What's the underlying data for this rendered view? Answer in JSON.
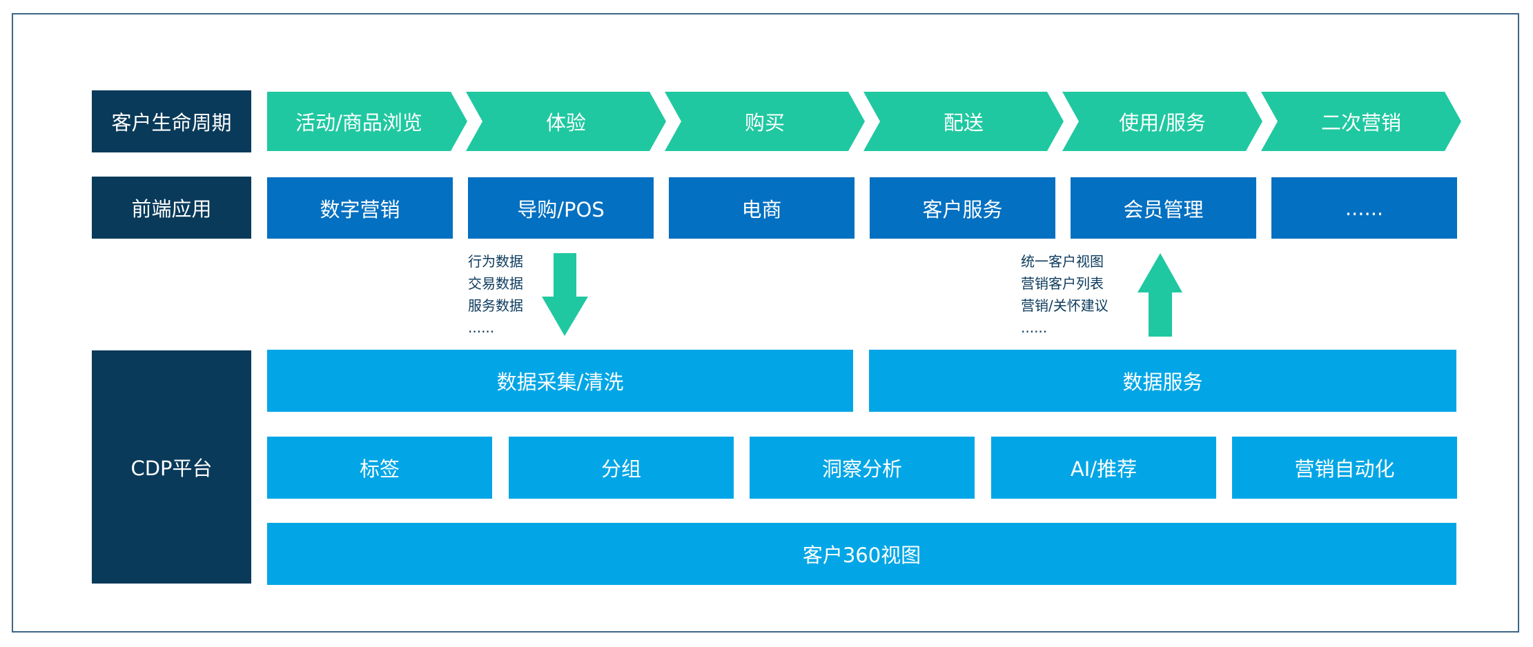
{
  "colors": {
    "label_bg": "#093a5a",
    "lifecycle_bg": "#1fc8a0",
    "app_bg": "#0370c1",
    "cdp_bg": "#02a6e6",
    "arrow": "#1fc8a0",
    "note_text": "#0c3a5c"
  },
  "rows": {
    "lifecycle": {
      "label": "客户生命周期",
      "stages": [
        "活动/商品浏览",
        "体验",
        "购买",
        "配送",
        "使用/服务",
        "二次营销"
      ]
    },
    "frontend": {
      "label": "前端应用",
      "apps": [
        "数字营销",
        "导购/POS",
        "电商",
        "客户服务",
        "会员管理",
        "......"
      ]
    },
    "cdp": {
      "label": "CDP平台",
      "data_layer": [
        "数据采集/清洗",
        "数据服务"
      ],
      "capabilities": [
        "标签",
        "分组",
        "洞察分析",
        "AI/推荐",
        "营销自动化"
      ],
      "foundation": "客户360视图"
    }
  },
  "flows": {
    "inbound": {
      "direction": "down",
      "icon": "arrow-down-icon",
      "items": [
        "行为数据",
        "交易数据",
        "服务数据",
        "......"
      ]
    },
    "outbound": {
      "direction": "up",
      "icon": "arrow-up-icon",
      "items": [
        "统一客户视图",
        "营销客户列表",
        "营销/关怀建议",
        "......"
      ]
    }
  }
}
